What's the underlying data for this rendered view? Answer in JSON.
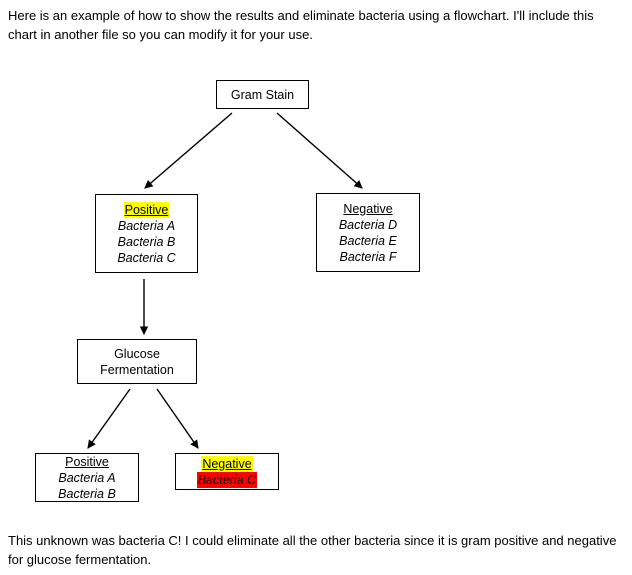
{
  "document": {
    "intro_text": "Here is an example of how to show the results and eliminate bacteria using a flowchart. I'll include this chart in another file so you can modify it for your use.",
    "outro_text": "This unknown was bacteria C! I could eliminate all the other bacteria since it is gram positive and negative for glucose fermentation."
  },
  "flowchart": {
    "nodes": {
      "gram_stain": {
        "title": "Gram Stain"
      },
      "gram_positive": {
        "header": "Positive",
        "items": [
          "Bacteria A",
          "Bacteria B",
          "Bacteria C"
        ]
      },
      "gram_negative": {
        "header": "Negative",
        "items": [
          "Bacteria D",
          "Bacteria E",
          "Bacteria F"
        ]
      },
      "glucose_fermentation": {
        "line1": "Glucose",
        "line2": "Fermentation"
      },
      "glucose_positive": {
        "header": "Positive",
        "items": [
          "Bacteria A",
          "Bacteria B"
        ]
      },
      "glucose_negative": {
        "header": "Negative",
        "items": [
          "Bacteria C"
        ]
      }
    },
    "colors": {
      "highlight_yellow": "#ffff00",
      "highlight_red": "#ff0000",
      "box_border": "#000000",
      "text": "#000000",
      "page_background": "#ffffff"
    }
  }
}
